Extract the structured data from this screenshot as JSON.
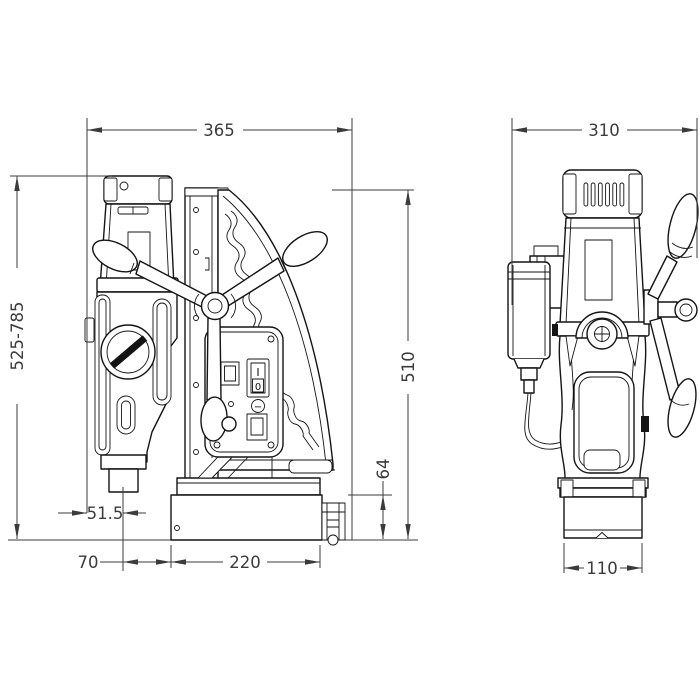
{
  "drawing": {
    "type": "technical-dimensional-drawing",
    "subject": "magnetic drill press, front and side views",
    "colors": {
      "line": "#141414",
      "dimension": "#3b3b3b",
      "background": "#ffffff"
    },
    "dimensions": {
      "front_width": "365",
      "side_depth": "310",
      "overall_height_range": "525-785",
      "body_height": "510",
      "base_height": "64",
      "spindle_offset": "51.5",
      "axis_to_base": "70",
      "base_length": "220",
      "base_width": "110"
    },
    "controls": {
      "power_on_label": "I",
      "power_off_label": "0",
      "indicator_symbol": "−"
    }
  }
}
